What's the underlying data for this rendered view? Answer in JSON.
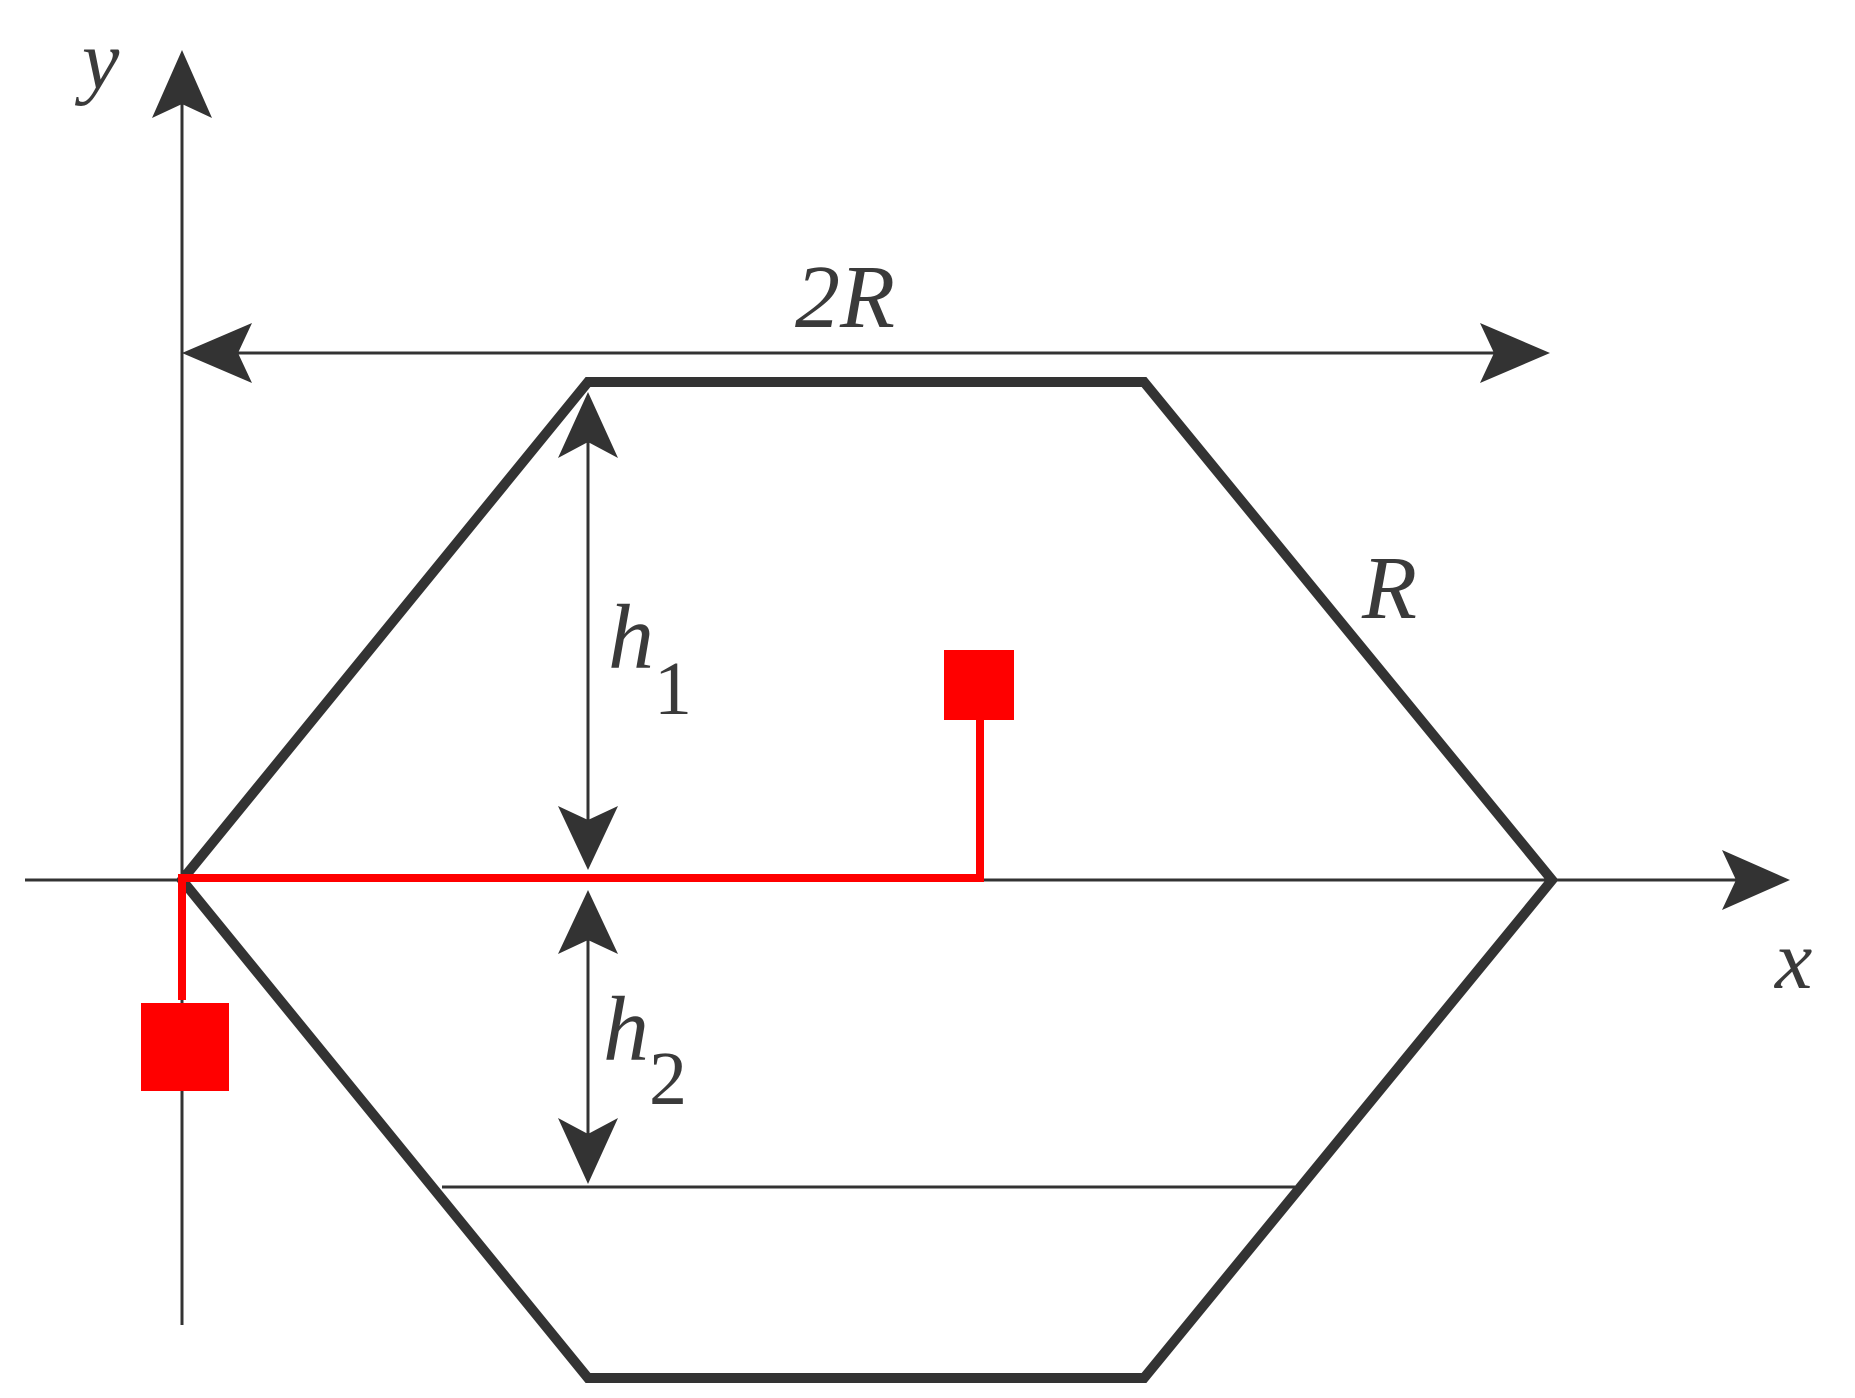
{
  "labels": {
    "y_axis": "y",
    "x_axis": "x",
    "width": "2R",
    "side": "R",
    "h1_main": "h",
    "h1_sub": "1",
    "h2_main": "h",
    "h2_sub": "2"
  },
  "colors": {
    "outline": "#333333",
    "axis": "#333333",
    "path": "#ff0000",
    "marker": "#ff0000"
  }
}
